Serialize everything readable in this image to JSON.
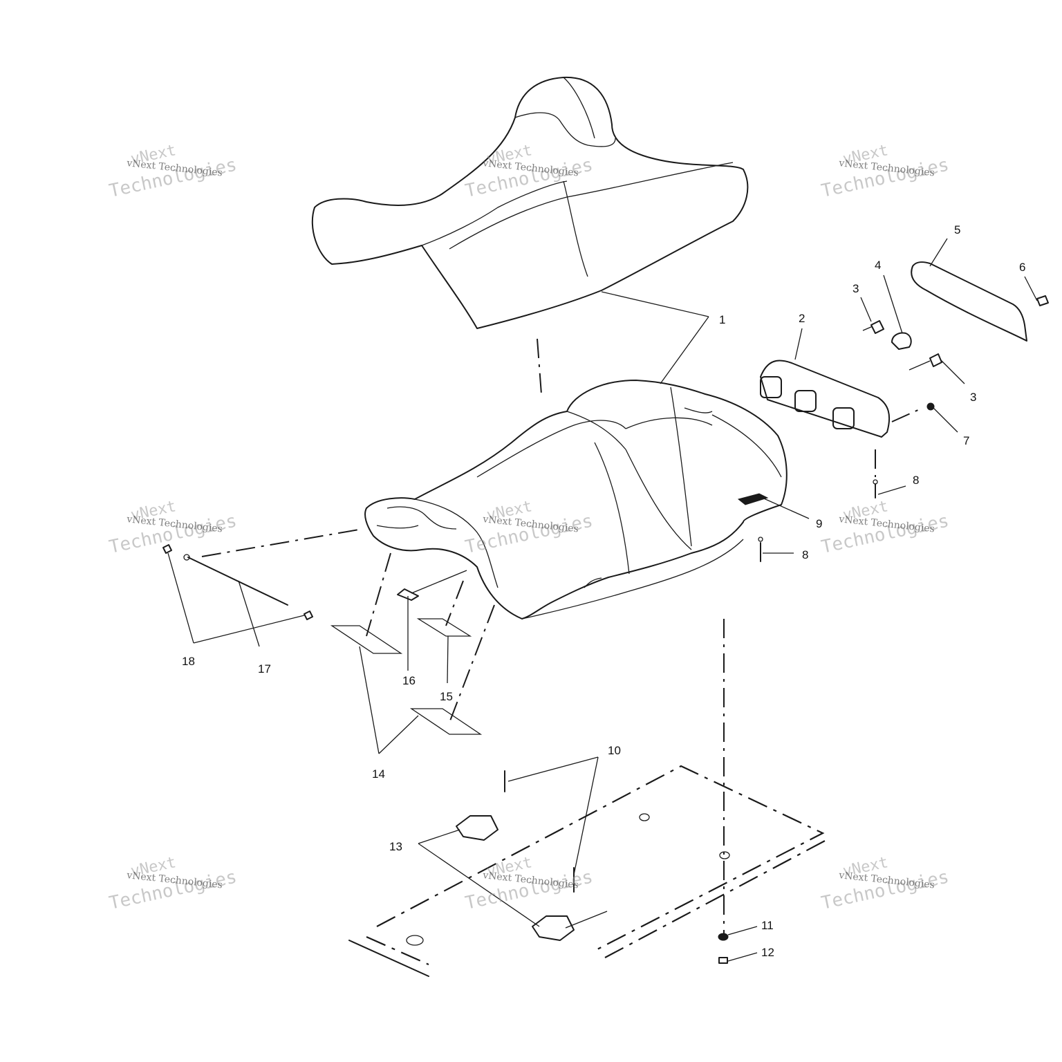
{
  "callouts": [
    {
      "id": "1",
      "label": "1"
    },
    {
      "id": "2",
      "label": "2"
    },
    {
      "id": "3a",
      "label": "3"
    },
    {
      "id": "3b",
      "label": "3"
    },
    {
      "id": "4",
      "label": "4"
    },
    {
      "id": "5",
      "label": "5"
    },
    {
      "id": "6",
      "label": "6"
    },
    {
      "id": "7",
      "label": "7"
    },
    {
      "id": "8a",
      "label": "8"
    },
    {
      "id": "8b",
      "label": "8"
    },
    {
      "id": "9",
      "label": "9"
    },
    {
      "id": "10",
      "label": "10"
    },
    {
      "id": "11",
      "label": "11"
    },
    {
      "id": "12",
      "label": "12"
    },
    {
      "id": "13",
      "label": "13"
    },
    {
      "id": "14",
      "label": "14"
    },
    {
      "id": "15",
      "label": "15"
    },
    {
      "id": "16",
      "label": "16"
    },
    {
      "id": "17",
      "label": "17"
    },
    {
      "id": "18",
      "label": "18"
    }
  ],
  "watermark": {
    "line_small": "vNext Technologies",
    "line_big_1": "vNext",
    "line_big_2": "Technologies"
  }
}
